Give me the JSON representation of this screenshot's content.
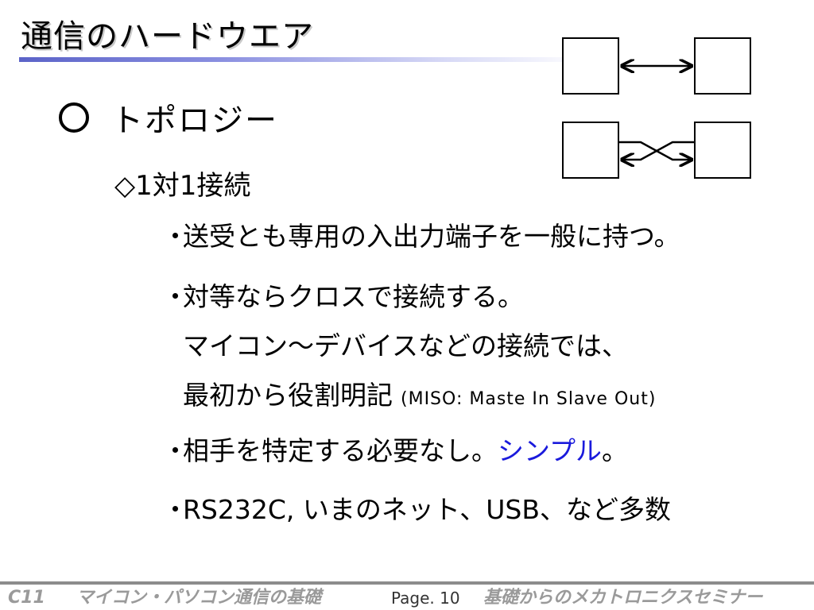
{
  "slide": {
    "title": "通信のハードウエア",
    "heading": "トポロジー",
    "subheading": "◇1対1接続",
    "bullets": [
      {
        "marker": "・",
        "text": "送受とも専用の入出力端子を一般に持つ。"
      },
      {
        "marker": "・",
        "text": "対等ならクロスで接続する。"
      },
      {
        "marker": "・",
        "text": "相手を特定する必要なし。",
        "highlight": "シンプル",
        "suffix": "。"
      },
      {
        "marker": "・",
        "text": "RS232C, いまのネット、USB、など多数"
      }
    ],
    "continuation": {
      "line1": "マイコン〜デバイスなどの接続では、",
      "line2": "最初から役割明記",
      "note": "(MISO: Maste In Slave Out)"
    }
  },
  "footer": {
    "code": "C11",
    "course": "マイコン・パソコン通信の基礎",
    "page": "Page. 10",
    "seminar": "基礎からのメカトロニクスセミナー"
  },
  "colors": {
    "highlight": "#1a1adc",
    "title_underline": "#5b63c8",
    "footer_text": "#9a9a9a"
  }
}
